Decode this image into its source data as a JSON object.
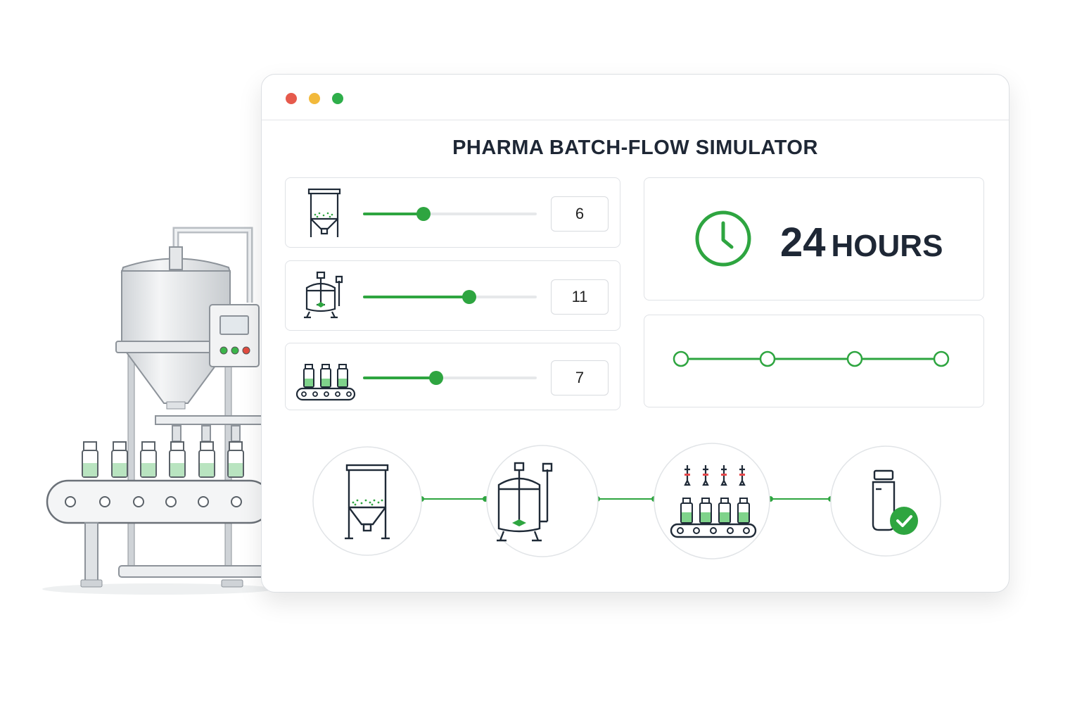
{
  "window": {
    "controls": [
      "close",
      "minimize",
      "maximize"
    ],
    "control_colors": [
      "#e65a4c",
      "#f2b93b",
      "#2eae4a"
    ]
  },
  "app": {
    "title": "PHARMA BATCH-FLOW SIMULATOR"
  },
  "sliders": [
    {
      "icon": "silo-icon",
      "value": "6",
      "level": 0.35
    },
    {
      "icon": "reactor-icon",
      "value": "11",
      "level": 0.61
    },
    {
      "icon": "conveyor-icon",
      "value": "7",
      "level": 0.42
    }
  ],
  "duration": {
    "value": "24",
    "unit": "HOURS",
    "icon": "clock-icon"
  },
  "timeline": {
    "stages": 4
  },
  "process_flow": {
    "steps": [
      "silo-icon",
      "reactor-icon",
      "filling-line-icon",
      "approved-vial-icon"
    ]
  },
  "colors": {
    "accent": "#2ea540",
    "text": "#1e2735",
    "border": "#dfe2e6"
  }
}
